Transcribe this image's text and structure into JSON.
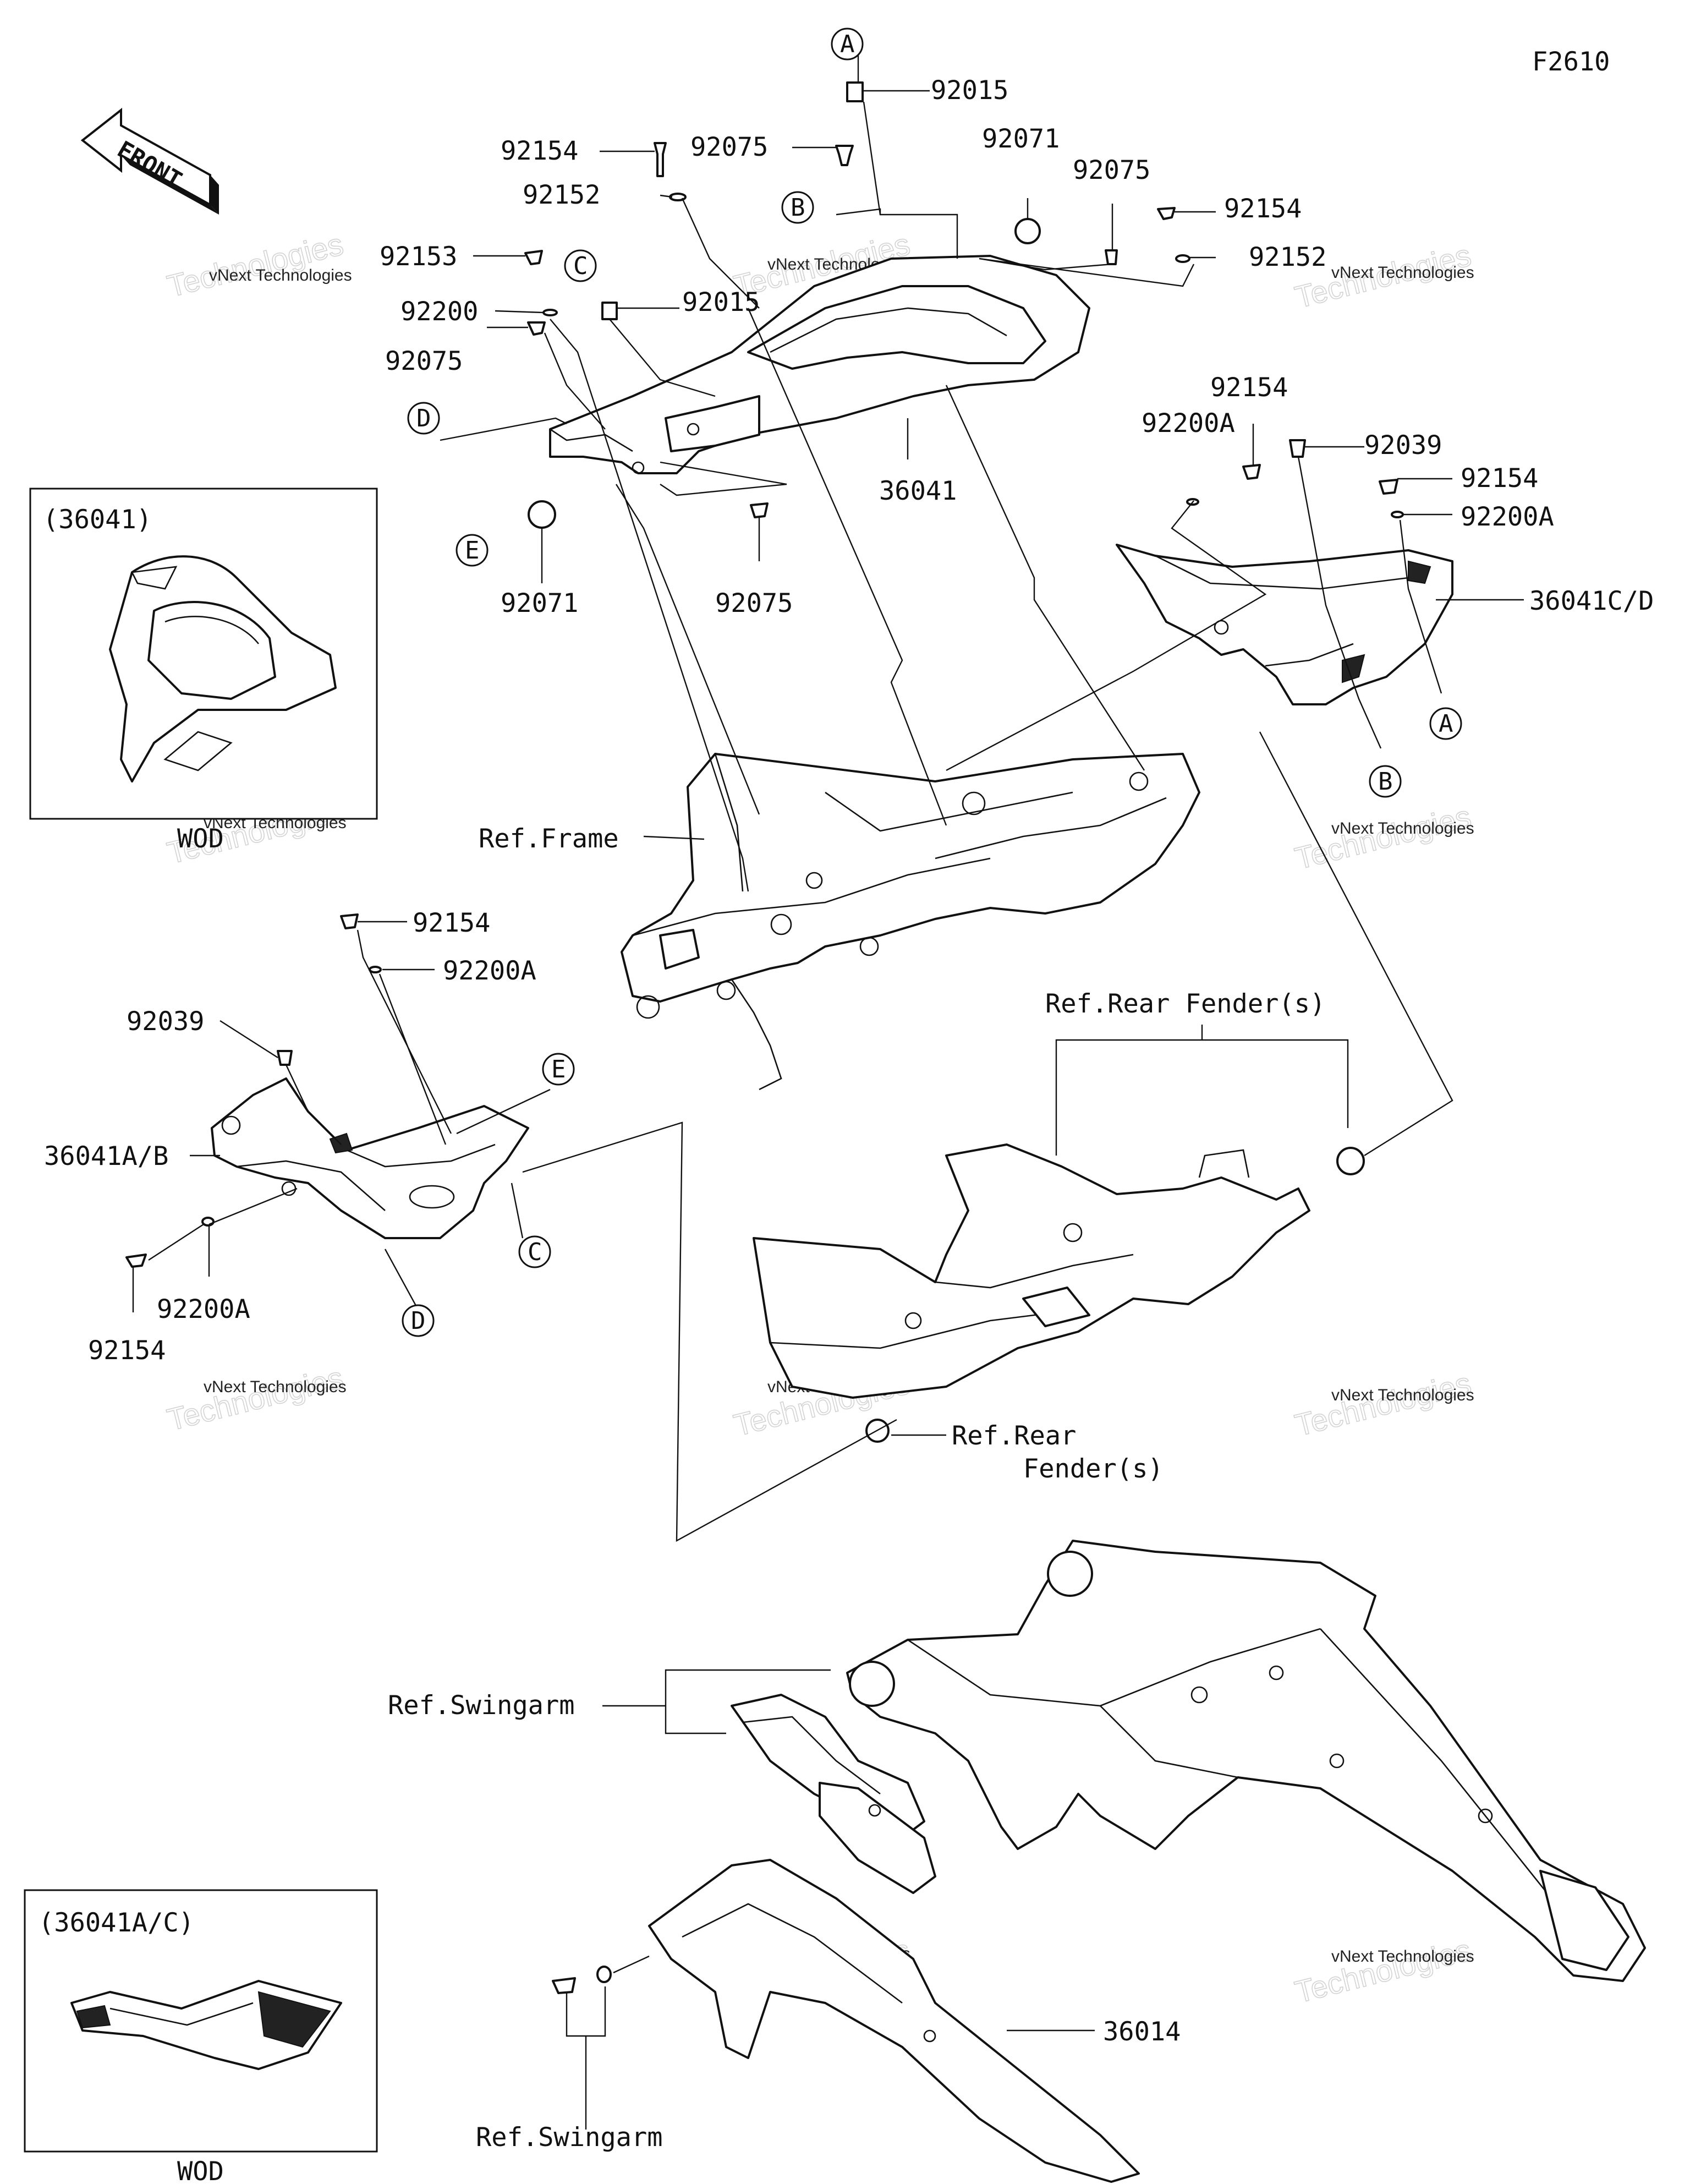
{
  "figure_code": "F2610",
  "front_arrow_label": "FRONT",
  "inset_top": {
    "title": "(36041)",
    "caption": "WOD"
  },
  "inset_bottom": {
    "title": "(36041A/C)",
    "caption": "WOD"
  },
  "callouts": [
    "A",
    "B",
    "C",
    "D",
    "E",
    "A",
    "B",
    "C",
    "D",
    "E"
  ],
  "part_labels": [
    "92015",
    "92154",
    "92075",
    "92071",
    "92152",
    "92075",
    "92154",
    "92152",
    "92153",
    "92015",
    "92200",
    "92075",
    "92071",
    "92075",
    "36041",
    "92154",
    "92200A",
    "92039",
    "92154",
    "92200A",
    "36041C/D",
    "92154",
    "92200A",
    "92039",
    "36041A/B",
    "92200A",
    "92154",
    "36014"
  ],
  "references": {
    "frame": "Ref.Frame",
    "rear_fender_top": "Ref.Rear Fender(s)",
    "rear_fender_bottom_1": "Ref.Rear",
    "rear_fender_bottom_2": "Fender(s)",
    "swingarm_1": "Ref.Swingarm",
    "swingarm_2": "Ref.Swingarm"
  },
  "watermark": {
    "line1": "vNext Technologies",
    "line2": "Technologies"
  }
}
